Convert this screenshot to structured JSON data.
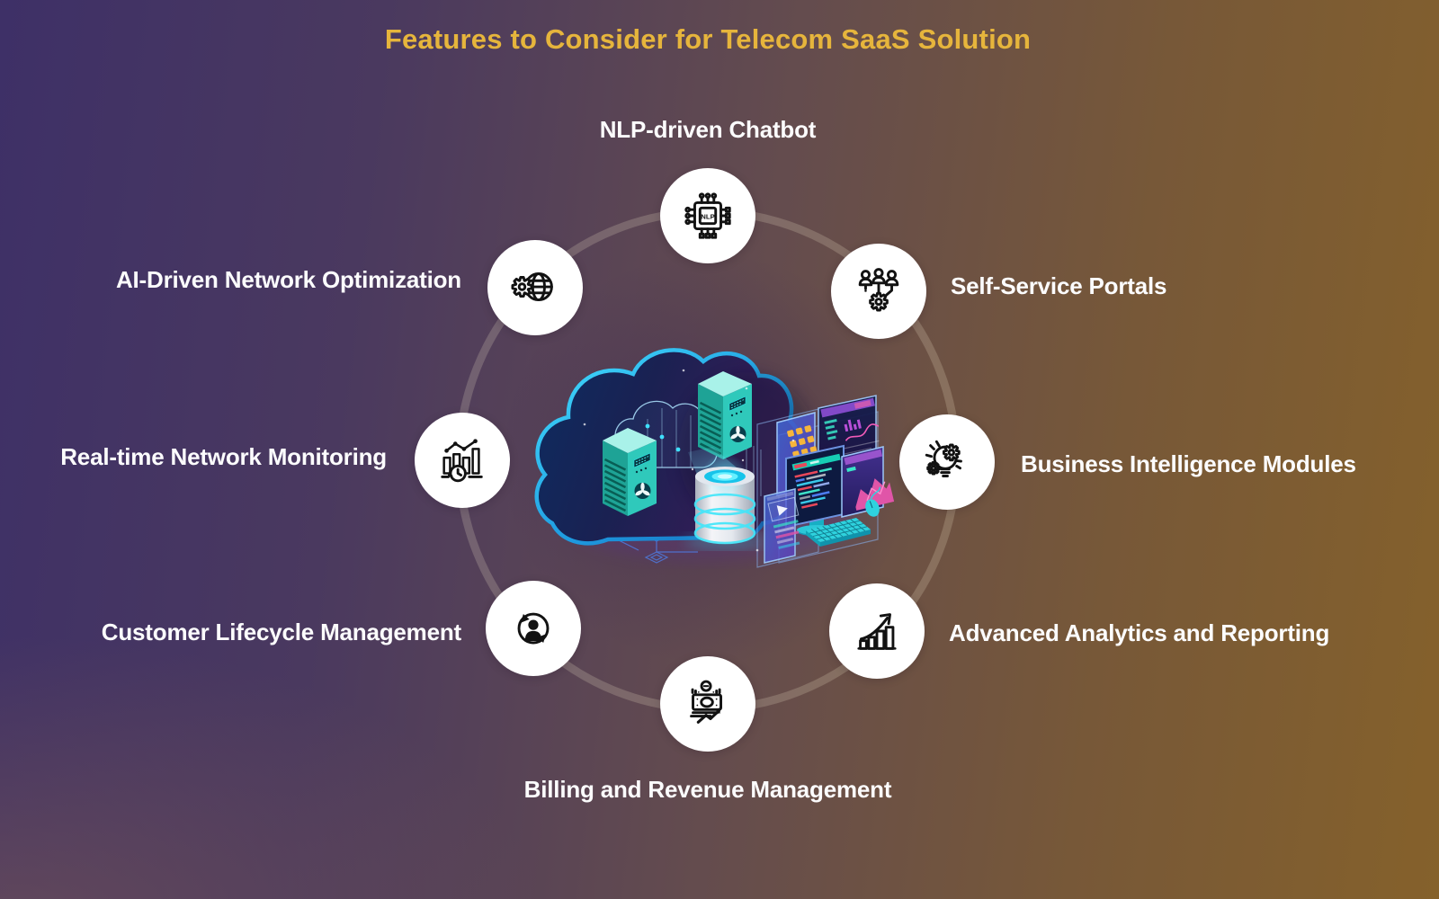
{
  "title": "Features to Consider for Telecom SaaS Solution",
  "features": [
    {
      "label": "NLP-driven Chatbot",
      "icon": "nlp-chip-icon",
      "icon_text": "NLP",
      "position": "top"
    },
    {
      "label": "Self-Service Portals",
      "icon": "users-gear-icon",
      "position": "top-right"
    },
    {
      "label": "Business Intelligence Modules",
      "icon": "lightbulb-gears-icon",
      "position": "right"
    },
    {
      "label": "Advanced Analytics and Reporting",
      "icon": "growth-bars-arrow-icon",
      "position": "bottom-right"
    },
    {
      "label": "Billing and Revenue Management",
      "icon": "banknote-coin-arrow-icon",
      "position": "bottom"
    },
    {
      "label": "Customer Lifecycle Management",
      "icon": "user-cycle-arrows-icon",
      "position": "bottom-left"
    },
    {
      "label": "Real-time Network Monitoring",
      "icon": "bars-trendline-clock-icon",
      "position": "left"
    },
    {
      "label": "AI-Driven Network Optimization",
      "icon": "globe-gear-icon",
      "position": "top-left"
    }
  ],
  "center_illustration": {
    "name": "cloud-computing-telecom-scene",
    "elements": [
      "cloud",
      "server-towers",
      "wireframe-cloud",
      "data-beam",
      "database-stack",
      "dashboard-screens",
      "monitor",
      "keyboard",
      "mouse",
      "circuit-lines"
    ]
  },
  "colors": {
    "title_text": "#E6B53C",
    "label_text": "#FFFFFF",
    "background_left": "#3E3067",
    "background_right": "#85612B",
    "ring": "rgba(244,234,205,0.20)",
    "icon_circle": "#FFFFFF",
    "icon_stroke": "#121212",
    "cloud_edge": "#2FBCF2",
    "server_teal": "#2FC9BB",
    "database_glow": "#3FE6FA",
    "accent_yellow": "#F6B53B",
    "accent_pink": "#E055A8"
  }
}
